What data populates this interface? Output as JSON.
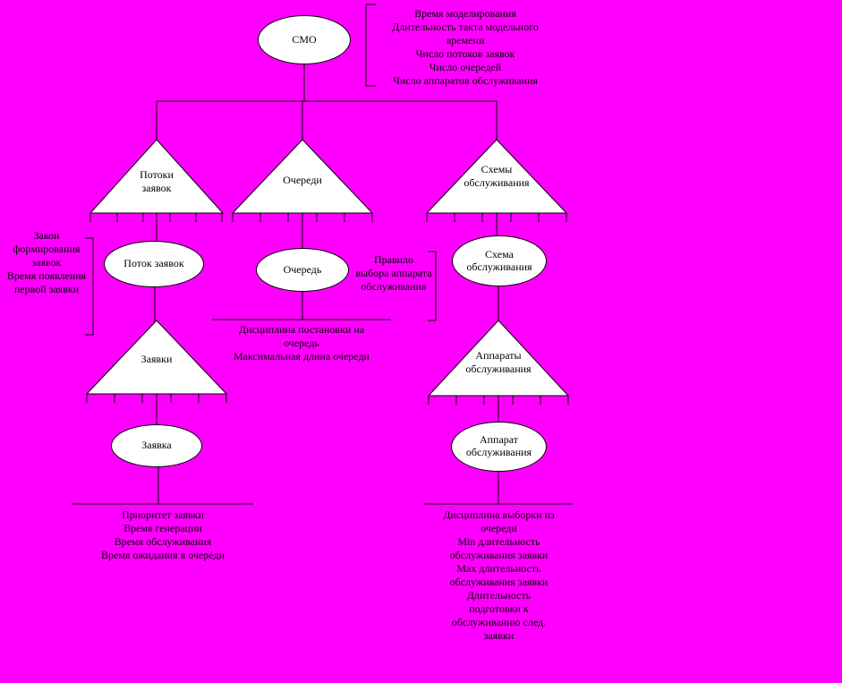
{
  "colors": {
    "background": "#FF00FF",
    "shape_fill": "#FFFFFF",
    "line": "#000000",
    "text": "#000000"
  },
  "nodes": {
    "smo": "СМО",
    "flows": "Потоки\nзаявок",
    "queues": "Очереди",
    "schemes": "Схемы\nобслуживания",
    "flow": "Поток заявок",
    "queue": "Очередь",
    "scheme": "Схема\nобслуживания",
    "requests": "Заявки",
    "request": "Заявка",
    "devices": "Аппараты\nобслуживания",
    "device": "Аппарат\nобслуживания"
  },
  "annotations": {
    "smo_attributes": "Время моделирования\nДлительность такта модельного\nвремени\nЧисло потоков заявок\nЧисло очередей\nЧисло аппаратов обслуживания",
    "flow_attributes": "Закон\nформирования\nзаявок\nВремя появления\nпервой заявки",
    "queue_rule": "Правило\nвыбора аппарата\nобслуживания",
    "queue_attributes": "Дисциплина постановки на\nочередь\nМаксимальная длина очереди",
    "request_attributes": "Приоритет заявки\nВремя генерации\nВремя обслуживания\nВремя ожидания в очереди",
    "device_attributes": "Дисциплина выборки из\nочереди\nMin длительность\nобслуживания заявки\nMax длительность\nобслуживания заявки\nДлительность\nподготовки к\nобслуживанию след.\nзаявки"
  }
}
